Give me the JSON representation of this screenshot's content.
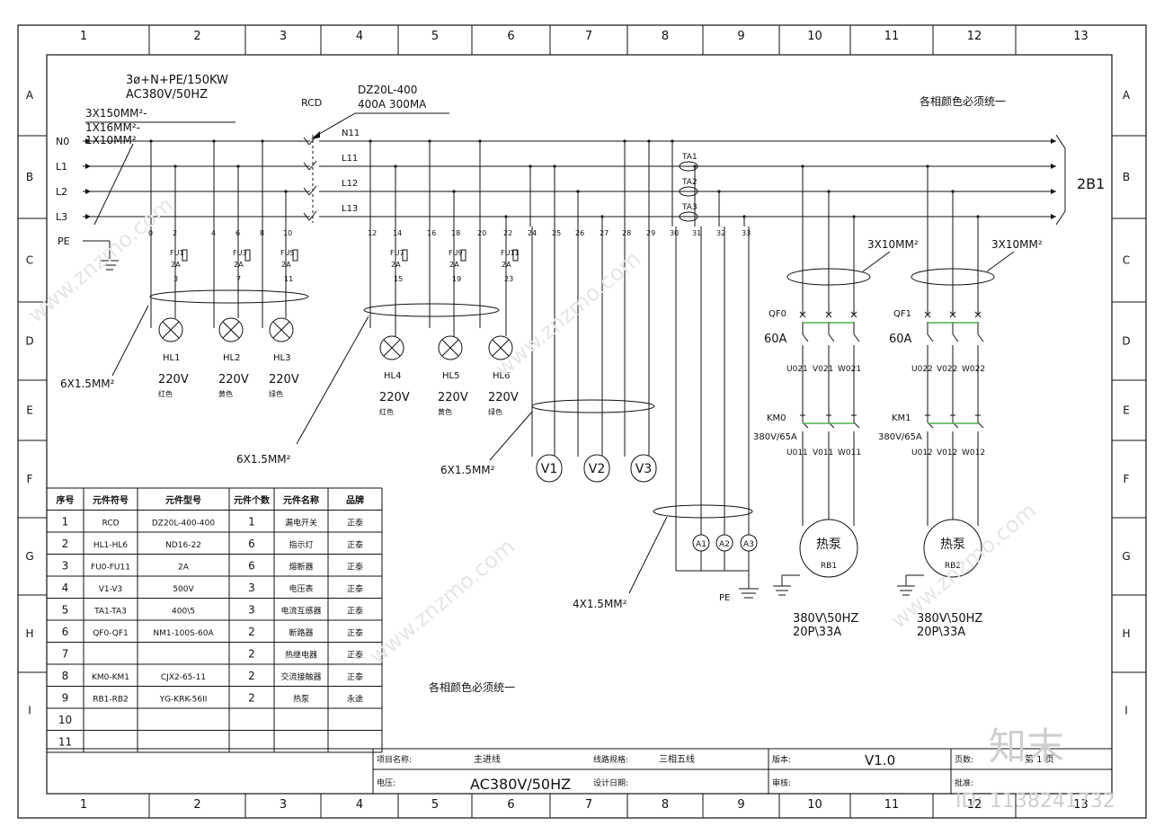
{
  "grid": {
    "cols": [
      "1",
      "2",
      "3",
      "4",
      "5",
      "6",
      "7",
      "8",
      "9",
      "10",
      "11",
      "12",
      "13"
    ],
    "rows": [
      "A",
      "B",
      "C",
      "D",
      "E",
      "F",
      "G",
      "H",
      "I"
    ]
  },
  "supply": {
    "line1": "3ø+N+PE/150KW",
    "line2": "AC380V/50HZ",
    "cable1": "3X150MM²-",
    "cable2": "1X16MM²-",
    "cable3": "1X10MM²"
  },
  "buses": [
    "N0",
    "L1",
    "L2",
    "L3",
    "PE"
  ],
  "rcd": {
    "label": "RCD",
    "model": "DZ20L-400",
    "rating": "400A  300MA"
  },
  "out_buses": [
    "N11",
    "L11",
    "L12",
    "L13"
  ],
  "terminals": [
    "0",
    "2",
    "4",
    "6",
    "8",
    "10",
    "12",
    "14",
    "16",
    "18",
    "20",
    "22",
    "24",
    "25",
    "26",
    "27",
    "28",
    "29",
    "30",
    "31",
    "32",
    "33"
  ],
  "fuses": [
    {
      "name": "FU1",
      "rating": "2A",
      "out": "3"
    },
    {
      "name": "FU3",
      "rating": "2A",
      "out": "7"
    },
    {
      "name": "FU5",
      "rating": "2A",
      "out": "11"
    },
    {
      "name": "FU7",
      "rating": "2A",
      "out": "15"
    },
    {
      "name": "FU9",
      "rating": "2A",
      "out": "19"
    },
    {
      "name": "FU11",
      "rating": "2A",
      "out": "23"
    }
  ],
  "lamps": [
    {
      "name": "HL1",
      "voltage": "220V",
      "color": "红色"
    },
    {
      "name": "HL2",
      "voltage": "220V",
      "color": "黄色"
    },
    {
      "name": "HL3",
      "voltage": "220V",
      "color": "绿色"
    },
    {
      "name": "HL4",
      "voltage": "220V",
      "color": "红色"
    },
    {
      "name": "HL5",
      "voltage": "220V",
      "color": "黄色"
    },
    {
      "name": "HL6",
      "voltage": "220V",
      "color": "绿色"
    }
  ],
  "cables_small": [
    "6X1.5MM²",
    "6X1.5MM²",
    "6X1.5MM²",
    "4X1.5MM²"
  ],
  "voltmeters": [
    "V1",
    "V2",
    "V3"
  ],
  "ammeters": [
    "A1",
    "A2",
    "A3"
  ],
  "cts": [
    "TA1",
    "TA2",
    "TA3"
  ],
  "pe_label": "PE",
  "busbar_label": "2B1",
  "branch_cable": "3X10MM²",
  "branches": [
    {
      "breaker": "QF0",
      "rating": "60A",
      "mid": [
        "U021",
        "V021",
        "W021"
      ],
      "contactor": "KM0",
      "crating": "380V/65A",
      "out": [
        "U011",
        "V011",
        "W011"
      ],
      "pump": "热泵",
      "pump_id": "RB1",
      "spec1": "380V\\50HZ",
      "spec2": "20P\\33A"
    },
    {
      "breaker": "QF1",
      "rating": "60A",
      "mid": [
        "U022",
        "V022",
        "W022"
      ],
      "contactor": "KM1",
      "crating": "380V/65A",
      "out": [
        "U012",
        "V012",
        "W012"
      ],
      "pump": "热泵",
      "pump_id": "RB2",
      "spec1": "380V\\50HZ",
      "spec2": "20P\\33A"
    }
  ],
  "notes": {
    "top": "各相颜色必须统一",
    "bottom": "各相颜色必须统一"
  },
  "table": {
    "headers": [
      "序号",
      "元件符号",
      "元件型号",
      "元件个数",
      "元件名称",
      "品牌"
    ],
    "rows": [
      [
        "1",
        "RCD",
        "DZ20L-400-400",
        "1",
        "漏电开关",
        "正泰"
      ],
      [
        "2",
        "HL1-HL6",
        "ND16-22",
        "6",
        "指示灯",
        "正泰"
      ],
      [
        "3",
        "FU0-FU11",
        "2A",
        "6",
        "熔断器",
        "正泰"
      ],
      [
        "4",
        "V1-V3",
        "500V",
        "3",
        "电压表",
        "正泰"
      ],
      [
        "5",
        "TA1-TA3",
        "400\\5",
        "3",
        "电流互感器",
        "正泰"
      ],
      [
        "6",
        "QF0-QF1",
        "NM1-100S-60A",
        "2",
        "断路器",
        "正泰"
      ],
      [
        "7",
        "",
        "",
        "2",
        "热继电器",
        "正泰"
      ],
      [
        "8",
        "KM0-KM1",
        "CJX2-65-11",
        "2",
        "交流接触器",
        "正泰"
      ],
      [
        "9",
        "RB1-RB2",
        "YG-KRK-56II",
        "2",
        "热泵",
        "永途"
      ],
      [
        "10",
        "",
        "",
        "",
        "",
        ""
      ],
      [
        "11",
        "",
        "",
        "",
        "",
        ""
      ]
    ]
  },
  "title_block": {
    "project_label": "项目名称:",
    "project": "主进线",
    "spec_label": "线路规格:",
    "spec": "三相五线",
    "version_label": "版本:",
    "version": "V1.0",
    "page_label": "页数:",
    "page": "第 1 页",
    "voltage_label": "电压:",
    "voltage": "AC380V/50HZ",
    "date_label": "设计日期:",
    "review_label": "审核:",
    "approve_label": "批准:"
  },
  "watermarks": {
    "brand": "知末",
    "id": "ID: 1138241732",
    "url": "www.znzmo.com"
  }
}
